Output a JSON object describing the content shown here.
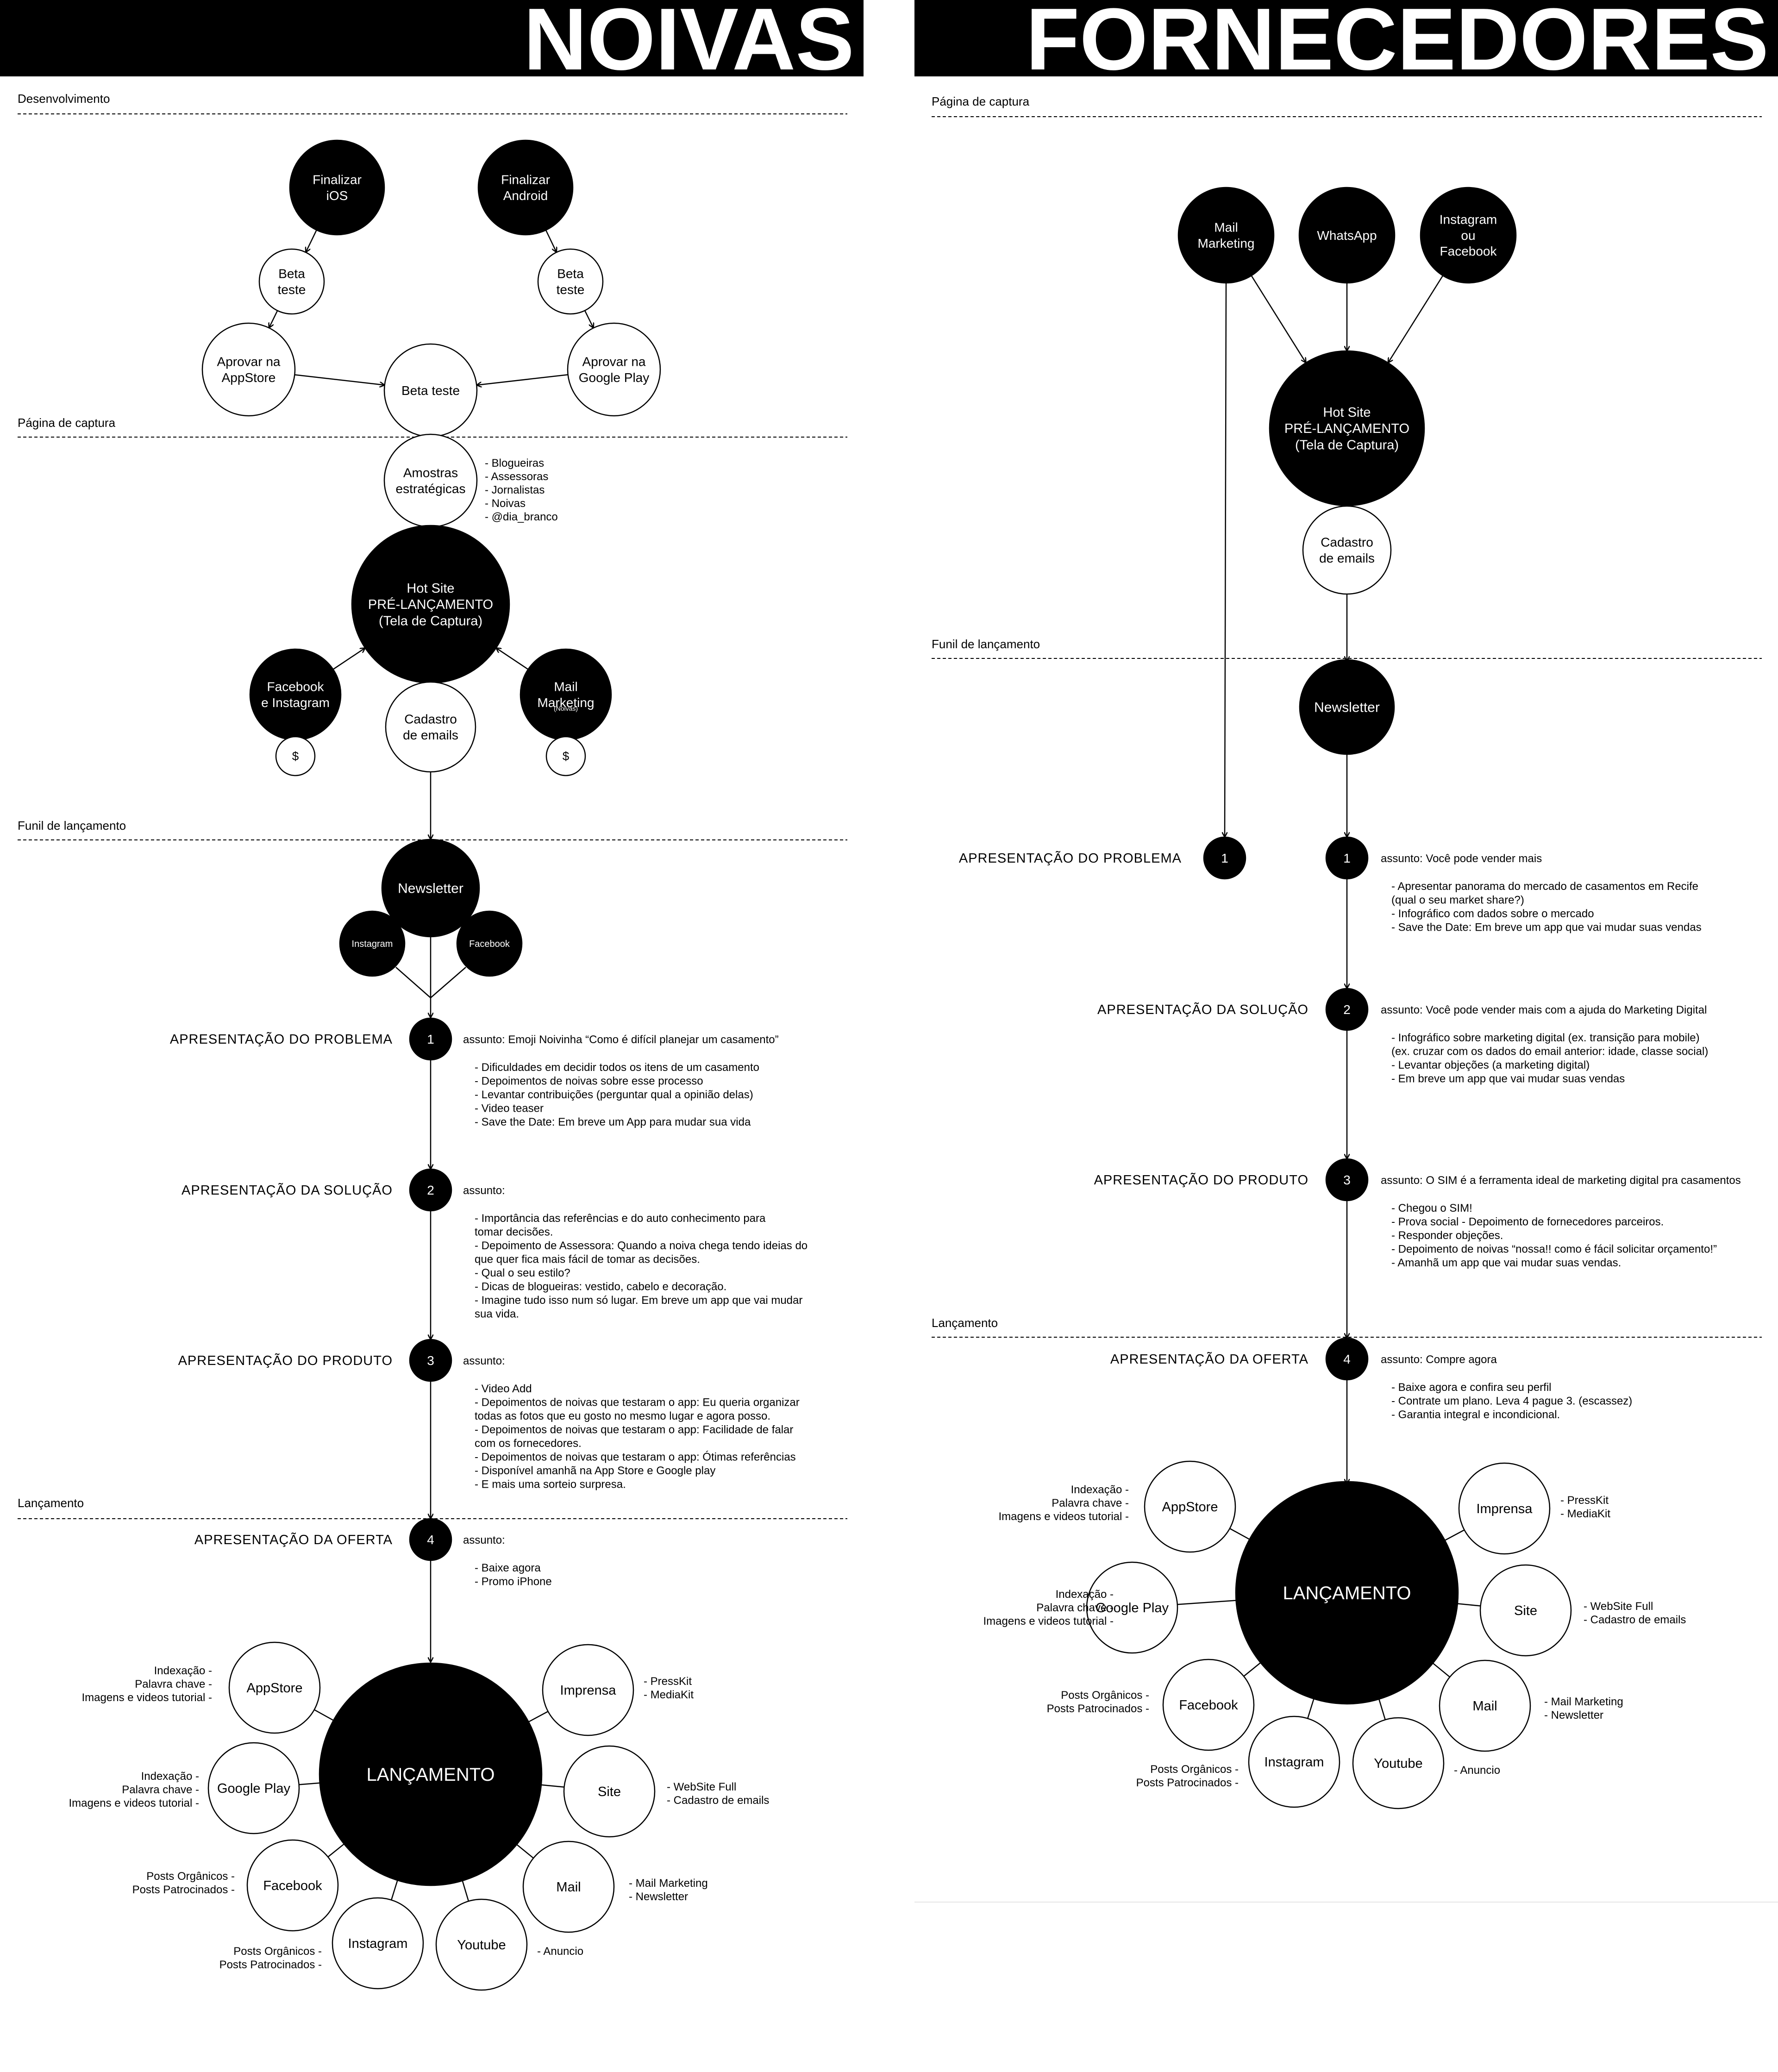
{
  "noivas": {
    "header": "NOIVAS",
    "sections": {
      "desenvolvimento": "Desenvolvimento",
      "captura": "Página de captura",
      "funil": "Funil de lançamento",
      "lancamento": "Lançamento"
    },
    "dev": {
      "ios": [
        "Finalizar",
        "iOS"
      ],
      "android": [
        "Finalizar",
        "Android"
      ],
      "beta_left": [
        "Beta",
        "teste"
      ],
      "beta_right": [
        "Beta",
        "teste"
      ],
      "appstore": [
        "Aprovar na",
        "AppStore"
      ],
      "googleplay": [
        "Aprovar na",
        "Google Play"
      ],
      "beta_center": [
        "Beta teste"
      ]
    },
    "capture": {
      "amostras": [
        "Amostras",
        "estratégicas"
      ],
      "amostras_list": [
        "- Blogueiras",
        "- Assessoras",
        "- Jornalistas",
        "- Noivas",
        "- @dia_branco"
      ],
      "hotsite": [
        "Hot Site",
        "PRÉ-LANÇAMENTO",
        "(Tela de Captura)"
      ],
      "facebook": [
        "Facebook",
        "e Instagram"
      ],
      "mail": [
        "Mail",
        "Marketing"
      ],
      "mail_sub": "(Noivas)",
      "cadastro": [
        "Cadastro",
        "de emails"
      ],
      "dollar": "$"
    },
    "funnel": {
      "newsletter": "Newsletter",
      "instagram": "Instagram",
      "facebook": "Facebook",
      "steps": [
        {
          "num": "1",
          "name": "APRESENTAÇÃO DO PROBLEMA",
          "subject": "assunto: Emoji Noivinha “Como é difícil planejar um casamento”",
          "items": [
            "- Dificuldades em decidir todos os itens de um casamento",
            "- Depoimentos de noivas sobre esse processo",
            "- Levantar contribuições (perguntar qual a opinião delas)",
            "- Video teaser",
            "- Save the Date: Em breve um App para mudar sua vida"
          ]
        },
        {
          "num": "2",
          "name": "APRESENTAÇÃO DA SOLUÇÃO",
          "subject": "assunto:",
          "items": [
            "- Importância das referências e do auto conhecimento para",
            "  tomar decisões.",
            "- Depoimento de Assessora: Quando a noiva chega tendo ideias do",
            "  que quer fica mais fácil de tomar as decisões.",
            "- Qual o seu estilo?",
            "- Dicas de blogueiras: vestido, cabelo e decoração.",
            "- Imagine tudo isso num só lugar. Em breve um app que vai mudar",
            "  sua vida."
          ]
        },
        {
          "num": "3",
          "name": "APRESENTAÇÃO DO PRODUTO",
          "subject": "assunto:",
          "items": [
            "- Video Add",
            "- Depoimentos de noivas que testaram o app: Eu queria organizar",
            "  todas as fotos que eu gosto no mesmo lugar e agora posso.",
            "- Depoimentos de noivas que testaram o app: Facilidade de falar",
            "  com os fornecedores.",
            "- Depoimentos de noivas que testaram o app: Ótimas referências",
            "- Disponível amanhã na App Store e Google play",
            "- E mais uma sorteio surpresa."
          ]
        },
        {
          "num": "4",
          "name": "APRESENTAÇÃO DA OFERTA",
          "subject": "assunto:",
          "items": [
            "- Baixe agora",
            "- Promo iPhone"
          ]
        }
      ]
    },
    "launch": {
      "center": "LANÇAMENTO",
      "nodes": [
        {
          "key": "appstore",
          "label": "AppStore",
          "notes": [
            "Indexação -",
            "Palavra chave -",
            "Imagens e videos tutorial -"
          ]
        },
        {
          "key": "googleplay",
          "label": "Google Play",
          "notes": [
            "Indexação -",
            "Palavra chave -",
            "Imagens e videos tutorial -"
          ]
        },
        {
          "key": "facebook",
          "label": "Facebook",
          "notes": [
            "Posts Orgânicos -",
            "Posts Patrocinados -"
          ]
        },
        {
          "key": "instagram",
          "label": "Instagram",
          "notes": [
            "Posts Orgânicos -",
            "Posts Patrocinados -"
          ]
        },
        {
          "key": "youtube",
          "label": "Youtube",
          "notes": [
            "- Anuncio"
          ]
        },
        {
          "key": "mail",
          "label": "Mail",
          "notes": [
            "- Mail Marketing",
            "- Newsletter"
          ]
        },
        {
          "key": "site",
          "label": "Site",
          "notes": [
            "- WebSite Full",
            "- Cadastro de emails"
          ]
        },
        {
          "key": "imprensa",
          "label": "Imprensa",
          "notes": [
            "- PressKit",
            "- MediaKit"
          ]
        }
      ]
    }
  },
  "fornecedores": {
    "header": "FORNECEDORES",
    "sections": {
      "captura": "Página de captura",
      "funil": "Funil de lançamento",
      "lancamento": "Lançamento"
    },
    "capture": {
      "mail": [
        "Mail",
        "Marketing"
      ],
      "whatsapp": [
        "WhatsApp"
      ],
      "instagram": [
        "Instagram",
        "ou",
        "Facebook"
      ],
      "hotsite": [
        "Hot Site",
        "PRÉ-LANÇAMENTO",
        "(Tela de Captura)"
      ],
      "cadastro": [
        "Cadastro",
        "de emails"
      ]
    },
    "funnel": {
      "newsletter": "Newsletter",
      "problem_left_num": "1",
      "steps": [
        {
          "num": "1",
          "name": "APRESENTAÇÃO DO PROBLEMA",
          "subject": "assunto: Você pode vender mais",
          "items": [
            "- Apresentar panorama do mercado de casamentos em Recife",
            "  (qual o seu market share?)",
            "- Infográfico com dados sobre o mercado",
            "- Save the Date: Em breve um app que vai mudar suas vendas"
          ]
        },
        {
          "num": "2",
          "name": "APRESENTAÇÃO DA SOLUÇÃO",
          "subject": "assunto: Você pode vender mais com a ajuda do Marketing Digital",
          "items": [
            "- Infográfico sobre marketing digital (ex. transição para mobile)",
            "  (ex. cruzar com os dados do email anterior: idade, classe social)",
            "- Levantar objeções (a marketing digital)",
            "- Em breve um app que vai mudar suas vendas"
          ]
        },
        {
          "num": "3",
          "name": "APRESENTAÇÃO DO PRODUTO",
          "subject": "assunto: O SIM é a ferramenta ideal de marketing digital pra casamentos",
          "items": [
            "- Chegou o SIM!",
            "- Prova social - Depoimento de fornecedores parceiros.",
            "- Responder objeções.",
            "- Depoimento de noivas “nossa!! como é fácil solicitar orçamento!”",
            "- Amanhã um app que vai mudar suas vendas."
          ]
        },
        {
          "num": "4",
          "name": "APRESENTAÇÃO DA OFERTA",
          "subject": "assunto: Compre agora",
          "items": [
            "- Baixe agora e confira seu perfil",
            "- Contrate um plano. Leva 4 pague 3. (escassez)",
            "- Garantia integral e incondicional."
          ]
        }
      ]
    },
    "launch": {
      "center": "LANÇAMENTO",
      "nodes": [
        {
          "key": "appstore",
          "label": "AppStore",
          "notes": [
            "Indexação -",
            "Palavra chave -",
            "Imagens e videos tutorial -"
          ]
        },
        {
          "key": "googleplay",
          "label": "Google Play",
          "notes": [
            "Indexação -",
            "Palavra chave -",
            "Imagens e videos tutorial -"
          ]
        },
        {
          "key": "facebook",
          "label": "Facebook",
          "notes": [
            "Posts Orgânicos -",
            "Posts Patrocinados -"
          ]
        },
        {
          "key": "instagram",
          "label": "Instagram",
          "notes": [
            "Posts Orgânicos -",
            "Posts Patrocinados -"
          ]
        },
        {
          "key": "youtube",
          "label": "Youtube",
          "notes": [
            "- Anuncio"
          ]
        },
        {
          "key": "mail",
          "label": "Mail",
          "notes": [
            "- Mail Marketing",
            "- Newsletter"
          ]
        },
        {
          "key": "site",
          "label": "Site",
          "notes": [
            "- WebSite Full",
            "- Cadastro de emails"
          ]
        },
        {
          "key": "imprensa",
          "label": "Imprensa",
          "notes": [
            "- PressKit",
            "- MediaKit"
          ]
        }
      ]
    }
  }
}
